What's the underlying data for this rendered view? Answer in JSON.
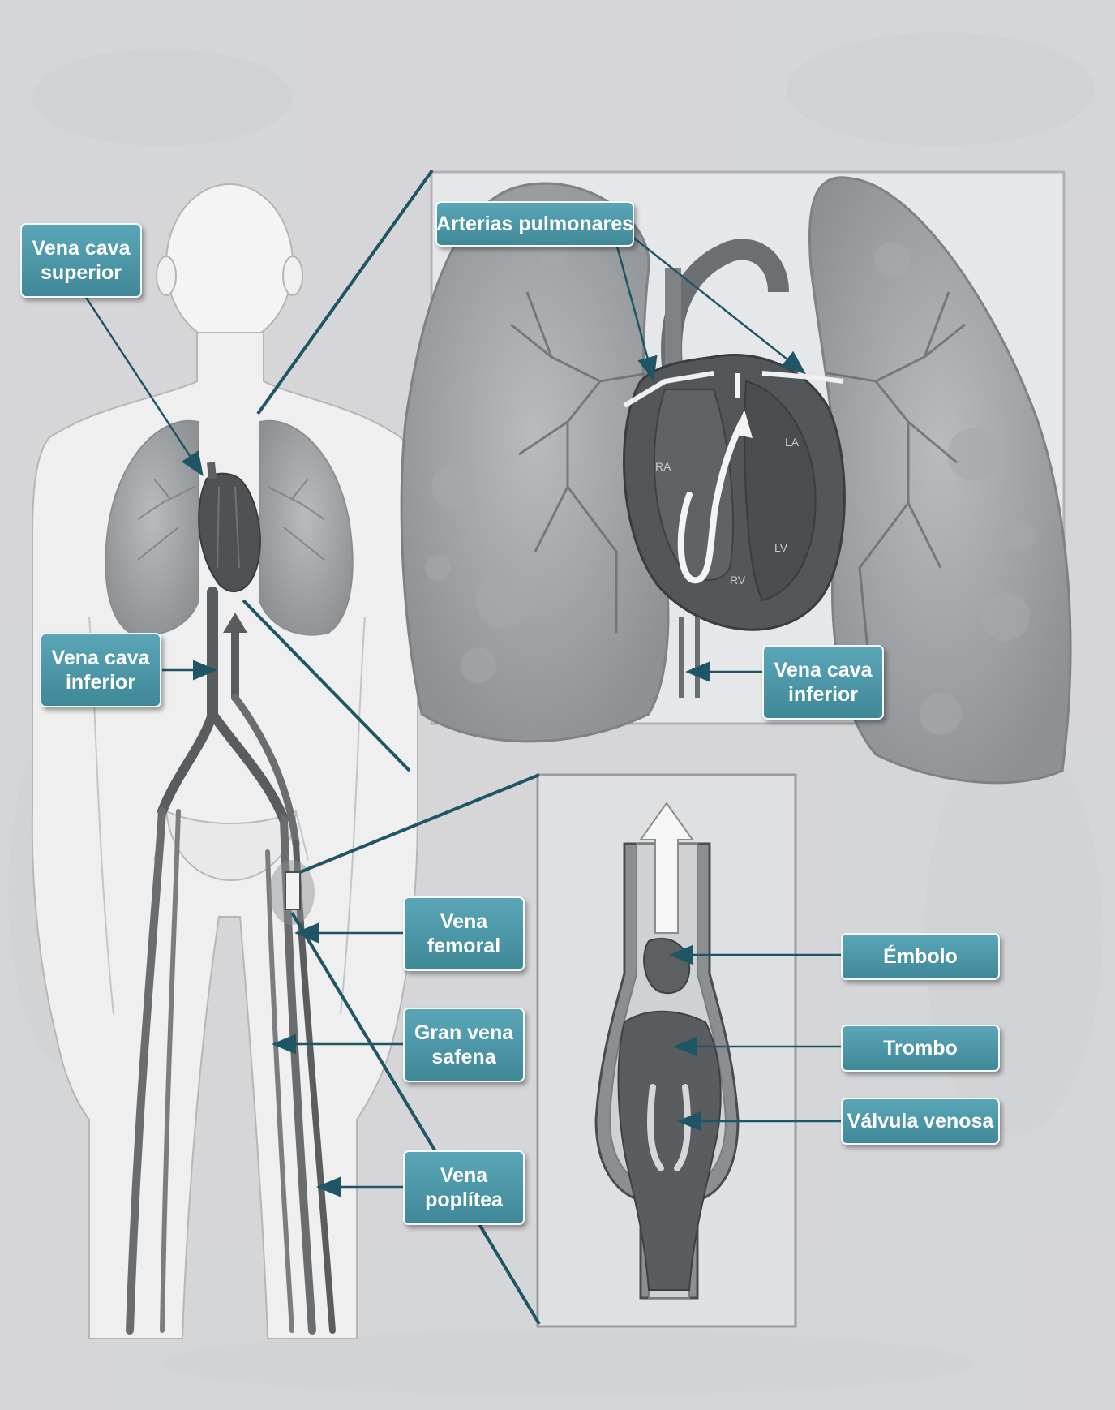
{
  "labels": {
    "vena_cava_superior": {
      "line1": "Vena cava",
      "line2": "superior"
    },
    "arterias_pulmonares": {
      "line1": "Arterias pulmonares"
    },
    "vena_cava_inferior_body": {
      "line1": "Vena cava",
      "line2": "inferior"
    },
    "vena_cava_inferior_lungs": {
      "line1": "Vena cava",
      "line2": "inferior"
    },
    "vena_femoral": {
      "line1": "Vena",
      "line2": "femoral"
    },
    "gran_vena_safena": {
      "line1": "Gran vena",
      "line2": "safena"
    },
    "vena_poplitea": {
      "line1": "Vena",
      "line2": "poplítea"
    },
    "embolo": {
      "line1": "Émbolo"
    },
    "trombo": {
      "line1": "Trombo"
    },
    "valvula_venosa": {
      "line1": "Válvula venosa"
    }
  },
  "heart_chamber_marks": {
    "ra": "RA",
    "la": "LA",
    "rv": "RV",
    "lv": "LV"
  },
  "colors": {
    "label_fill": "#4a96a7",
    "label_border": "#f4f8f9",
    "leader_line": "#1f5666",
    "background": "#d7d8da"
  }
}
